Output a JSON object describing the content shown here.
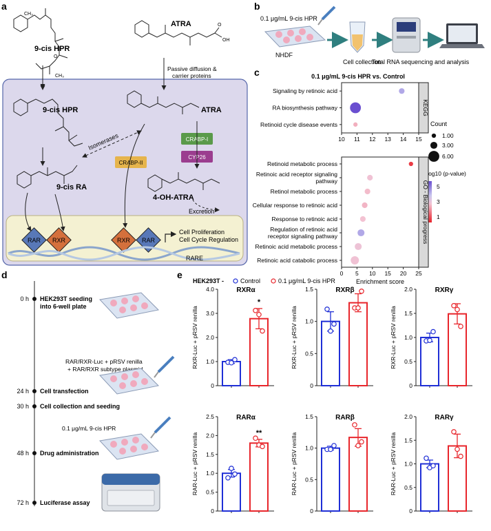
{
  "panels": {
    "a": "a",
    "b": "b",
    "c": "c",
    "d": "d",
    "e": "e"
  },
  "a": {
    "top_hpr": "9-cis HPR",
    "top_atra": "ATRA",
    "passive_line1": "Passive  diffusion &",
    "passive_line2": "carrier proteins",
    "cell_hpr": "9-cis HPR",
    "cell_atra": "ATRA",
    "isomerases": "Isomerases",
    "crabp1": "CRABP-I",
    "cyp26": "CYP26",
    "crabp2": "CRABP-II",
    "ra9": "9-cis RA",
    "ohatra": "4-OH-ATRA",
    "excretion": "Excretion",
    "rar": "RAR",
    "rxr": "RXR",
    "cell_prolif": "Cell Proliferation",
    "cell_cycle": "Cell Cycle Regulation",
    "rare": "RARE",
    "colors": {
      "cell": "#dcd8ec",
      "nucleus": "#f4f1d2",
      "crabp1": "#5a9a4a",
      "cyp26": "#9b3d8f",
      "crabp2": "#e6b44c",
      "rar": "#5878b8",
      "rxr": "#d4703c"
    }
  },
  "b": {
    "dose": "0.1 μg/mL 9-cis HPR",
    "nhdf": "NHDF",
    "collection": "Cell collection",
    "sequencing": "Total RNA sequencing and analysis"
  },
  "c": {
    "title": "0.1 μg/mL 9-cis HPR vs. Control",
    "kegg_label": "KEGG",
    "go_label": "GO - Biological progress",
    "xlabel": "Enrichment score",
    "count_title": "Count",
    "pval_title": "- log10 (p-value)"
  },
  "d": {
    "steps": [
      {
        "time": "0 h",
        "text": "HEK293T seeding",
        "text2": "into 6-well plate"
      },
      {
        "time": "24 h",
        "text": "Cell transfection",
        "text2": ""
      },
      {
        "time": "30 h",
        "text": "Cell collection and seeding",
        "text2": ""
      },
      {
        "time": "48 h",
        "text": "Drug administration",
        "text2": ""
      },
      {
        "time": "72 h",
        "text": "Luciferase assay",
        "text2": ""
      }
    ],
    "plasmid_line1": "RAR/RXR-Luc + pRSV renilla",
    "plasmid_line2": "+ RAR/RXR subtype plasmid",
    "drug": "0.1 μg/mL 9-cis HPR"
  },
  "e": {
    "cell_line": "HEK293T -",
    "legend_control": "Control",
    "legend_treat": "0.1 μg/mL 9-cis HPR",
    "colors": {
      "control": "#1f2fd6",
      "treat": "#e8252b"
    }
  },
  "chart_data": [
    {
      "type": "scatter",
      "title": "0.1 μg/mL 9-cis HPR vs. Control",
      "facet": "KEGG",
      "xlim": [
        10,
        15
      ],
      "xticks": [
        "10",
        "11",
        "12",
        "13",
        "14",
        "15"
      ],
      "categories": [
        "Signaling by retinoic acid",
        "RA biosynthesis pathway",
        "Retinoid cycle disease events"
      ],
      "x": [
        13.9,
        10.9,
        10.9
      ],
      "count": [
        2,
        6,
        1
      ],
      "neg_log10_p": [
        4.5,
        6.0,
        2.2
      ]
    },
    {
      "type": "scatter",
      "facet": "GO - Biological progress",
      "xlabel": "Enrichment score",
      "xlim": [
        0,
        25
      ],
      "xticks": [
        "0",
        "5",
        "10",
        "15",
        "20",
        "25"
      ],
      "categories": [
        "Retinoid metabolic process",
        "Retinoic acid receptor signaling pathway",
        "Retinol metabolic process",
        "Cellular response to retinoic acid",
        "Response to retinoic acid",
        "Regulation of retinoic acid receptor signaling pathway",
        "Retinoic acid metabolic process",
        "Retinoic acid catabolic process"
      ],
      "x": [
        22.5,
        9.2,
        8.4,
        7.5,
        6.9,
        6.3,
        5.4,
        4.3
      ],
      "count": [
        1,
        2,
        2,
        2,
        2,
        3,
        3,
        4
      ],
      "neg_log10_p": [
        0.4,
        2.6,
        2.4,
        2.3,
        2.5,
        4.5,
        2.7,
        2.6
      ]
    },
    {
      "type": "bar",
      "title": "RXRα",
      "ylabel": "RXR-Luc + pRSV renilla",
      "ylim": [
        0,
        4.0
      ],
      "yticks": [
        "0",
        "1.0",
        "2.0",
        "3.0",
        "4.0"
      ],
      "categories": [
        "Control",
        "0.1 μg/mL 9-cis HPR"
      ],
      "values": [
        1.0,
        2.78
      ],
      "sem": [
        0.08,
        0.42
      ],
      "points": [
        [
          0.97,
          0.95,
          1.08
        ],
        [
          3.12,
          2.95,
          2.27
        ]
      ],
      "sig": "*"
    },
    {
      "type": "bar",
      "title": "RXRβ",
      "ylabel": "RXR-Luc + pRSV renilla",
      "ylim": [
        0,
        1.5
      ],
      "yticks": [
        "0",
        "0.5",
        "1.0",
        "1.5"
      ],
      "categories": [
        "Control",
        "0.1 μg/mL 9-cis HPR"
      ],
      "values": [
        1.0,
        1.29
      ],
      "sem": [
        0.15,
        0.14
      ],
      "points": [
        [
          1.19,
          0.85,
          0.96
        ],
        [
          1.21,
          1.21,
          1.47
        ]
      ],
      "sig": ""
    },
    {
      "type": "bar",
      "title": "RXRγ",
      "ylabel": "RXR-Luc + pRSV renilla",
      "ylim": [
        0,
        2.0
      ],
      "yticks": [
        "0",
        "0.5",
        "1.0",
        "1.5",
        "2.0"
      ],
      "categories": [
        "Control",
        "0.1 μg/mL 9-cis HPR"
      ],
      "values": [
        1.0,
        1.49
      ],
      "sem": [
        0.09,
        0.21
      ],
      "points": [
        [
          0.93,
          0.94,
          1.12
        ],
        [
          1.66,
          1.58,
          1.23
        ]
      ],
      "sig": ""
    },
    {
      "type": "bar",
      "title": "RARα",
      "ylabel": "RAR-Luc + pRSV renilla",
      "ylim": [
        0,
        2.5
      ],
      "yticks": [
        "0",
        "0.5",
        "1.0",
        "1.5",
        "2.0",
        "2.5"
      ],
      "categories": [
        "Control",
        "0.1 μg/mL 9-cis HPR"
      ],
      "values": [
        1.0,
        1.8
      ],
      "sem": [
        0.1,
        0.1
      ],
      "points": [
        [
          0.88,
          1.13,
          0.98
        ],
        [
          1.93,
          1.75,
          1.71
        ]
      ],
      "sig": "**"
    },
    {
      "type": "bar",
      "title": "RARβ",
      "ylabel": "RAR-Luc + pRSV renilla",
      "ylim": [
        0,
        1.5
      ],
      "yticks": [
        "0",
        "0.5",
        "1.0",
        "1.5"
      ],
      "categories": [
        "Control",
        "0.1 μg/mL 9-cis HPR"
      ],
      "values": [
        1.0,
        1.17
      ],
      "sem": [
        0.03,
        0.14
      ],
      "points": [
        [
          0.98,
          0.98,
          1.04
        ],
        [
          1.37,
          1.04,
          1.1
        ]
      ],
      "sig": ""
    },
    {
      "type": "bar",
      "title": "RARγ",
      "ylabel": "RAR-Luc + pRSV renilla",
      "ylim": [
        0,
        2.0
      ],
      "yticks": [
        "0",
        "0.5",
        "1.0",
        "1.5",
        "2.0"
      ],
      "categories": [
        "Control",
        "0.1 μg/mL 9-cis HPR"
      ],
      "values": [
        1.0,
        1.38
      ],
      "sem": [
        0.08,
        0.25
      ],
      "points": [
        [
          1.12,
          0.92,
          0.96
        ],
        [
          1.68,
          1.31,
          1.16
        ]
      ],
      "sig": ""
    }
  ]
}
